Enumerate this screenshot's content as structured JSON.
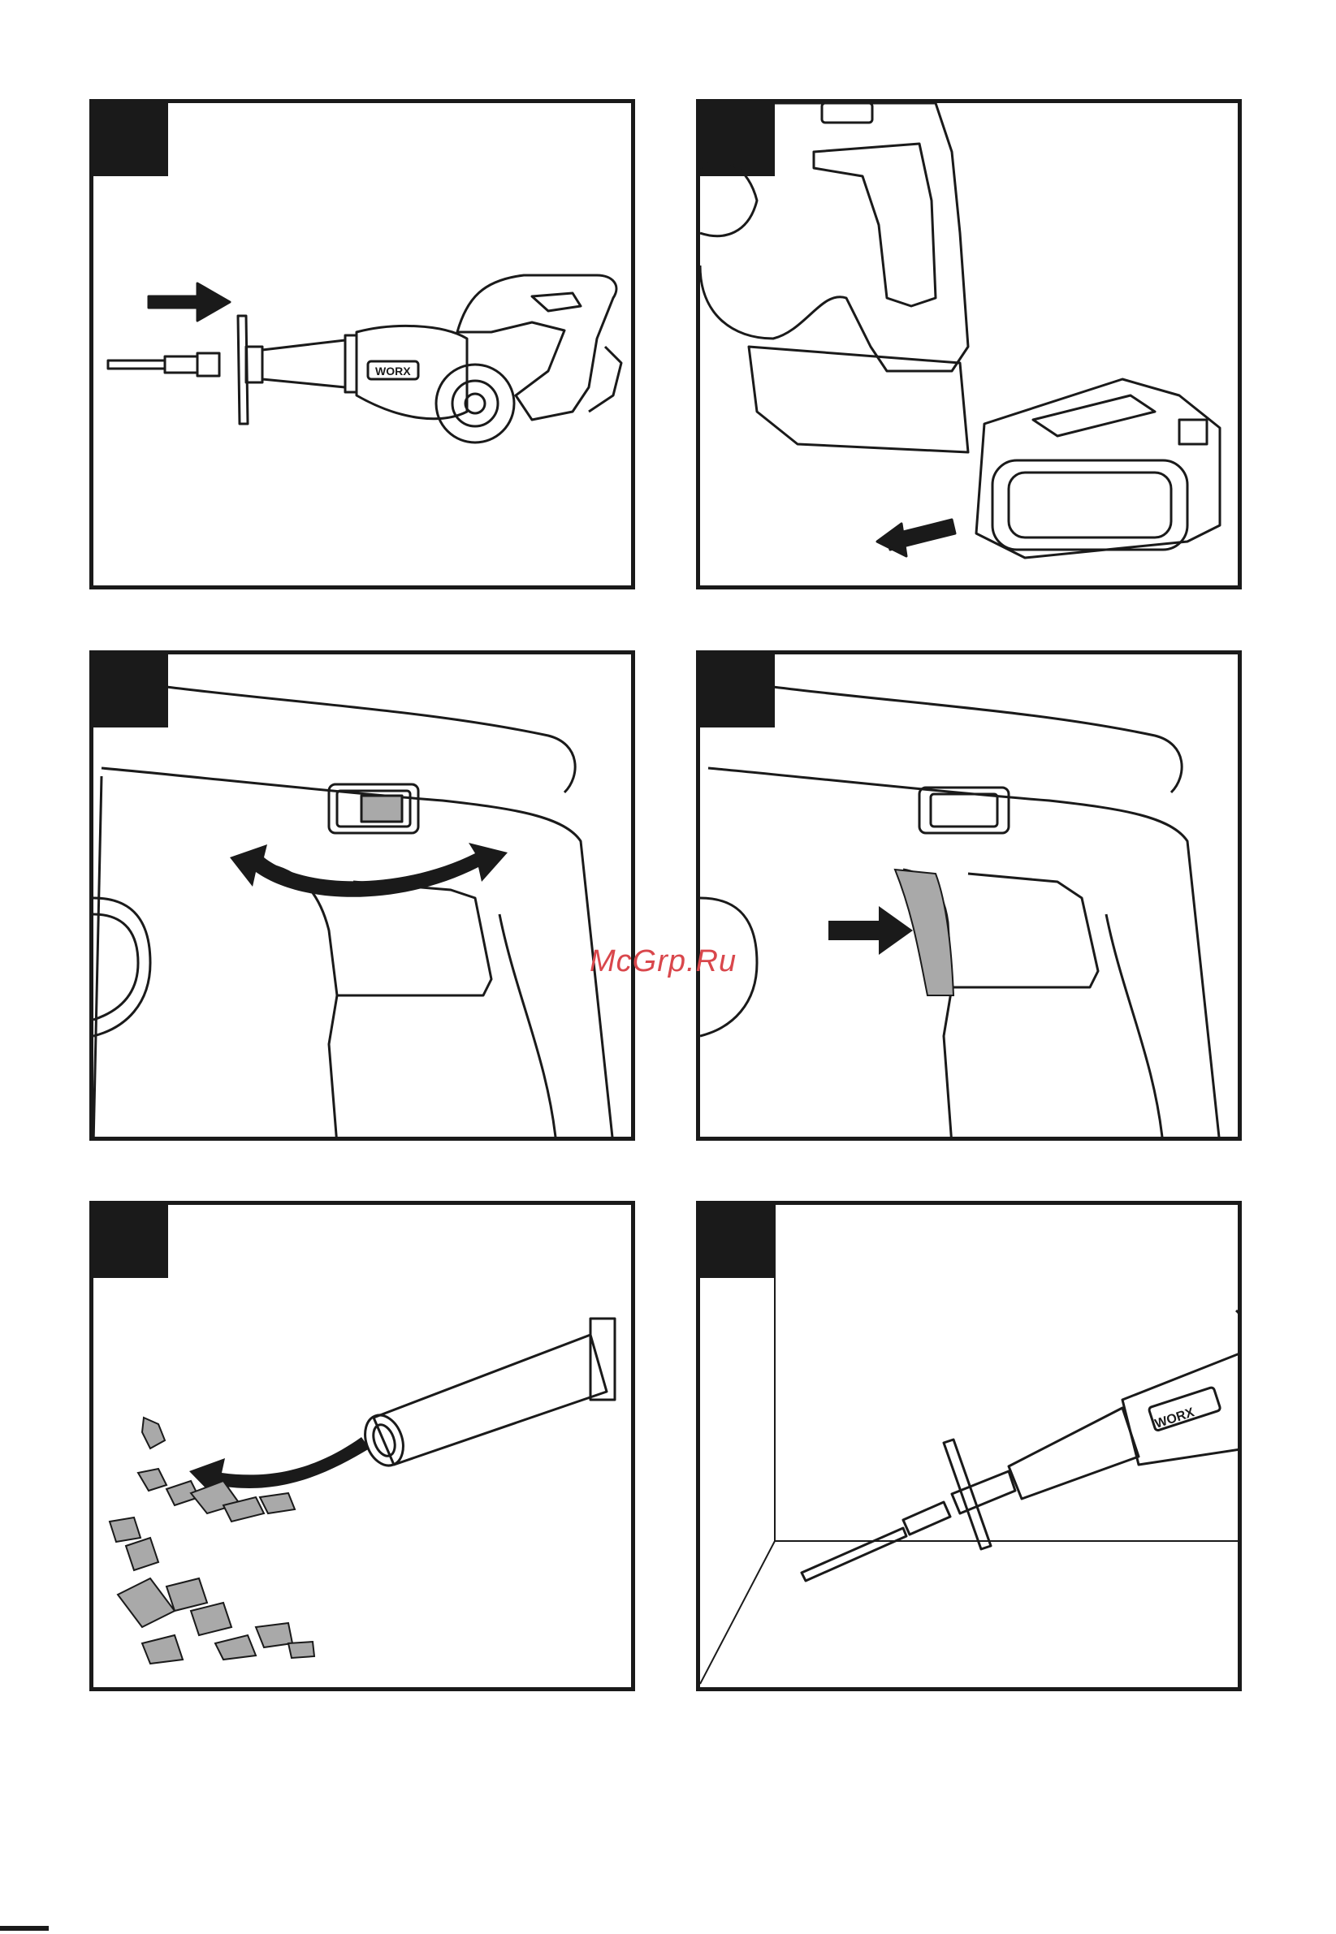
{
  "watermark": "McGrp.Ru",
  "brand_logo": "WORX",
  "panels": [
    {
      "name": "attach-nozzle",
      "icon": "push-arrow-right-icon"
    },
    {
      "name": "insert-battery",
      "icon": "slide-arrow-left-icon"
    },
    {
      "name": "speed-switch",
      "icon": "curved-double-arrow-icon"
    },
    {
      "name": "trigger",
      "icon": "push-arrow-right-icon"
    },
    {
      "name": "blow-leaves",
      "icon": "curved-arrow-left-icon"
    },
    {
      "name": "corner-cleaning",
      "icon": "nozzle-icon"
    }
  ],
  "colors": {
    "ink": "#1a1a1a",
    "accent_gray": "#a9a9a9",
    "watermark": "#d9474c"
  }
}
